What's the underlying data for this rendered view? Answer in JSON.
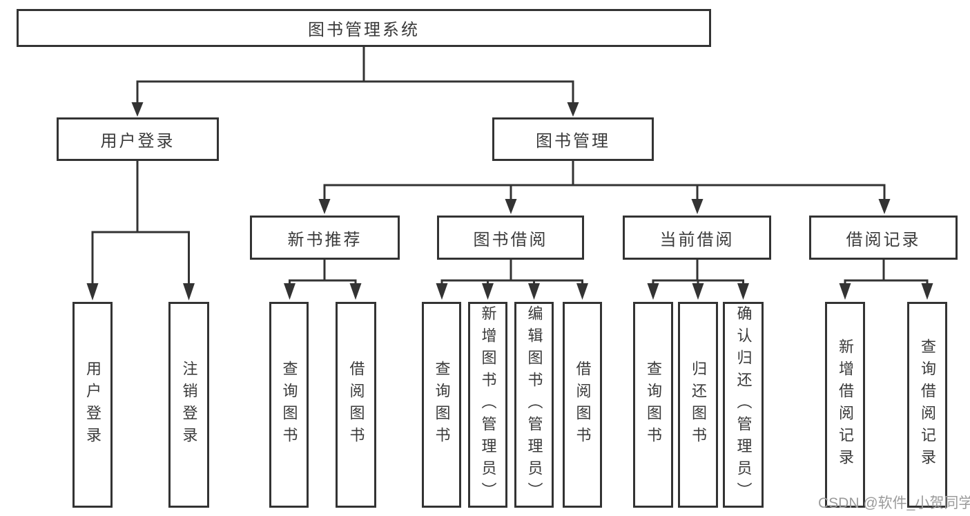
{
  "diagram": {
    "root": {
      "label": "图书管理系统"
    },
    "level2": [
      {
        "label": "用户登录",
        "parent": "图书管理系统"
      },
      {
        "label": "图书管理",
        "parent": "图书管理系统"
      }
    ],
    "level3": [
      {
        "label": "新书推荐",
        "parent": "图书管理"
      },
      {
        "label": "图书借阅",
        "parent": "图书管理"
      },
      {
        "label": "当前借阅",
        "parent": "图书管理"
      },
      {
        "label": "借阅记录",
        "parent": "图书管理"
      }
    ],
    "level4": [
      {
        "label": "用户登录",
        "parent": "用户登录"
      },
      {
        "label": "注销登录",
        "parent": "用户登录"
      },
      {
        "label": "查询图书",
        "parent": "新书推荐"
      },
      {
        "label": "借阅图书",
        "parent": "新书推荐"
      },
      {
        "label": "查询图书",
        "parent": "图书借阅"
      },
      {
        "label": "新增图书（管理员）",
        "parent": "图书借阅"
      },
      {
        "label": "编辑图书（管理员）",
        "parent": "图书借阅"
      },
      {
        "label": "借阅图书",
        "parent": "图书借阅"
      },
      {
        "label": "查询图书",
        "parent": "当前借阅"
      },
      {
        "label": "归还图书",
        "parent": "当前借阅"
      },
      {
        "label": "确认归还（管理员）",
        "parent": "当前借阅"
      },
      {
        "label": "新增借阅记录",
        "parent": "借阅记录"
      },
      {
        "label": "查询借阅记录",
        "parent": "借阅记录"
      }
    ]
  },
  "watermark": {
    "text": "CSDN @软件_小贺同学"
  },
  "colors": {
    "line": "#333333",
    "border": "#333333",
    "text": "#3a3a3a",
    "background": "#ffffff",
    "watermark": "#9b9b9b"
  }
}
